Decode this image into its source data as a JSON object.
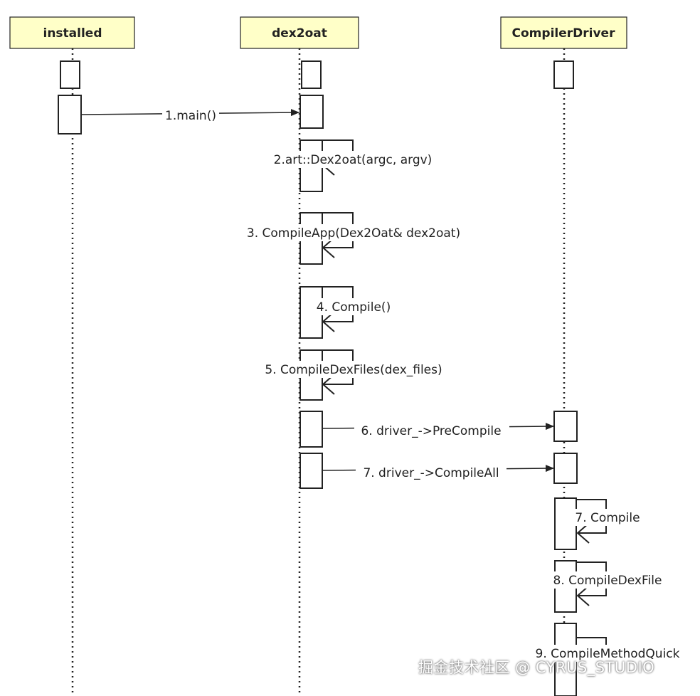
{
  "actors": [
    {
      "id": "installed",
      "label": "installed"
    },
    {
      "id": "dex2oat",
      "label": "dex2oat"
    },
    {
      "id": "compiler_driver",
      "label": "CompilerDriver"
    }
  ],
  "messages": [
    {
      "label": "1.main()",
      "from": "installed",
      "to": "dex2oat",
      "kind": "call"
    },
    {
      "label": "2.art::Dex2oat(argc, argv)",
      "from": "dex2oat",
      "to": "dex2oat",
      "kind": "self"
    },
    {
      "label": "3. CompileApp(Dex2Oat& dex2oat)",
      "from": "dex2oat",
      "to": "dex2oat",
      "kind": "self"
    },
    {
      "label": "4. Compile()",
      "from": "dex2oat",
      "to": "dex2oat",
      "kind": "self"
    },
    {
      "label": "5. CompileDexFiles(dex_files)",
      "from": "dex2oat",
      "to": "dex2oat",
      "kind": "self"
    },
    {
      "label": "6. driver_->PreCompile",
      "from": "dex2oat",
      "to": "compiler_driver",
      "kind": "call"
    },
    {
      "label": "7. driver_->CompileAll",
      "from": "dex2oat",
      "to": "compiler_driver",
      "kind": "call"
    },
    {
      "label": "7. Compile",
      "from": "compiler_driver",
      "to": "compiler_driver",
      "kind": "self"
    },
    {
      "label": "8. CompileDexFile",
      "from": "compiler_driver",
      "to": "compiler_driver",
      "kind": "self"
    },
    {
      "label": "9. CompileMethodQuick",
      "from": "compiler_driver",
      "to": "compiler_driver",
      "kind": "self"
    }
  ],
  "watermark": "掘金技术社区 @ CYRUS_STUDIO",
  "colors": {
    "actor_fill": "#ffffc8",
    "line": "#222222"
  }
}
